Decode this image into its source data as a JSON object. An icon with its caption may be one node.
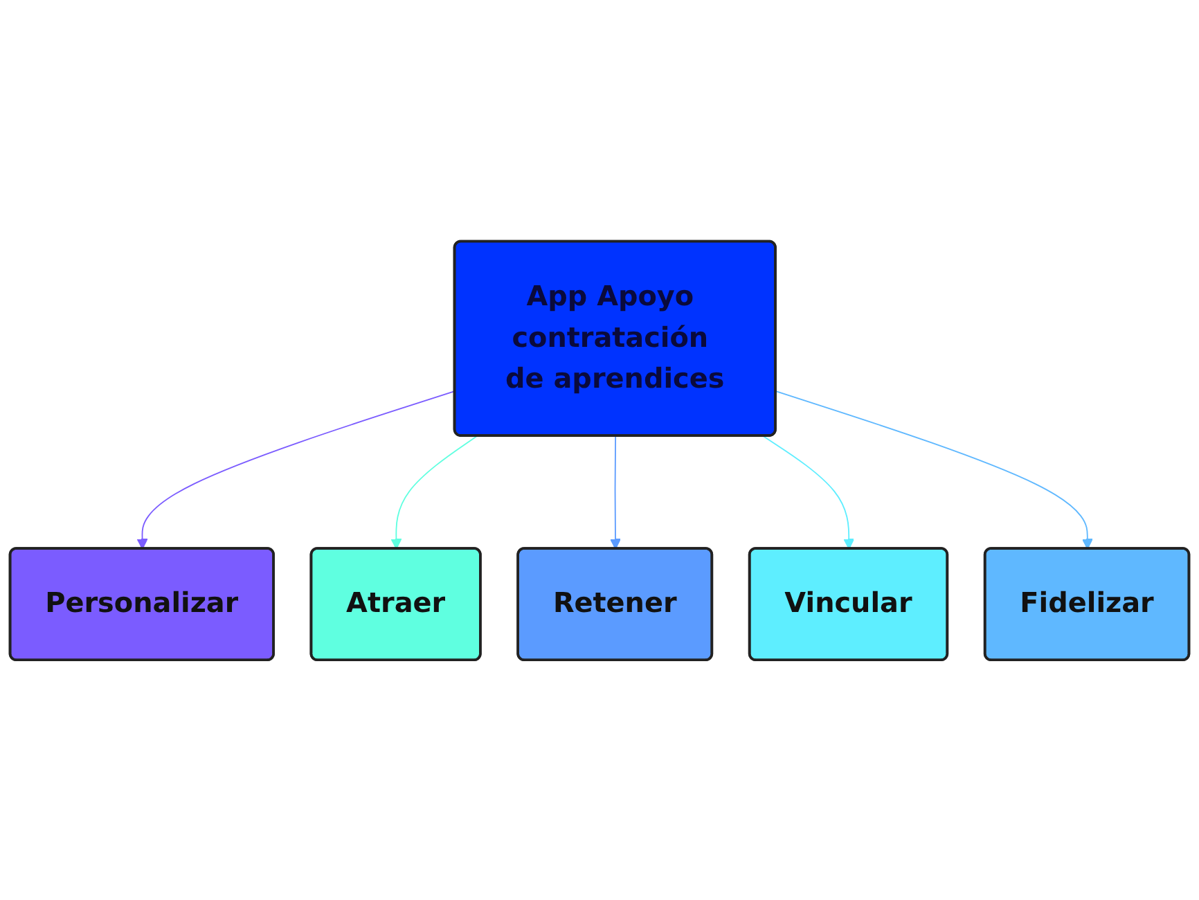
{
  "diagram": {
    "nodes": [
      {
        "text": [
          "Personalizar"
        ]
      },
      {
        "text": [
          "Atraer"
        ]
      },
      {
        "text": [
          "App Apoyo contratación de aprendices"
        ]
      },
      {
        "text": [
          "Retener"
        ]
      },
      {
        "text": [
          "Vincular"
        ]
      },
      {
        "text": [
          "Fidelizar"
        ]
      }
    ],
    "edges": [
      {
        "from": 2,
        "to": 0,
        "arrow": "to",
        "color": "#7b5cff"
      },
      {
        "from": 2,
        "to": 1,
        "arrow": "to",
        "color": "#5fffe0"
      },
      {
        "from": 2,
        "to": 3,
        "arrow": "to",
        "color": "#5b9bff"
      },
      {
        "from": 2,
        "to": 4,
        "arrow": "to",
        "color": "#5eeeff"
      },
      {
        "from": 2,
        "to": 5,
        "arrow": "to",
        "color": "#5fb8ff"
      }
    ]
  }
}
